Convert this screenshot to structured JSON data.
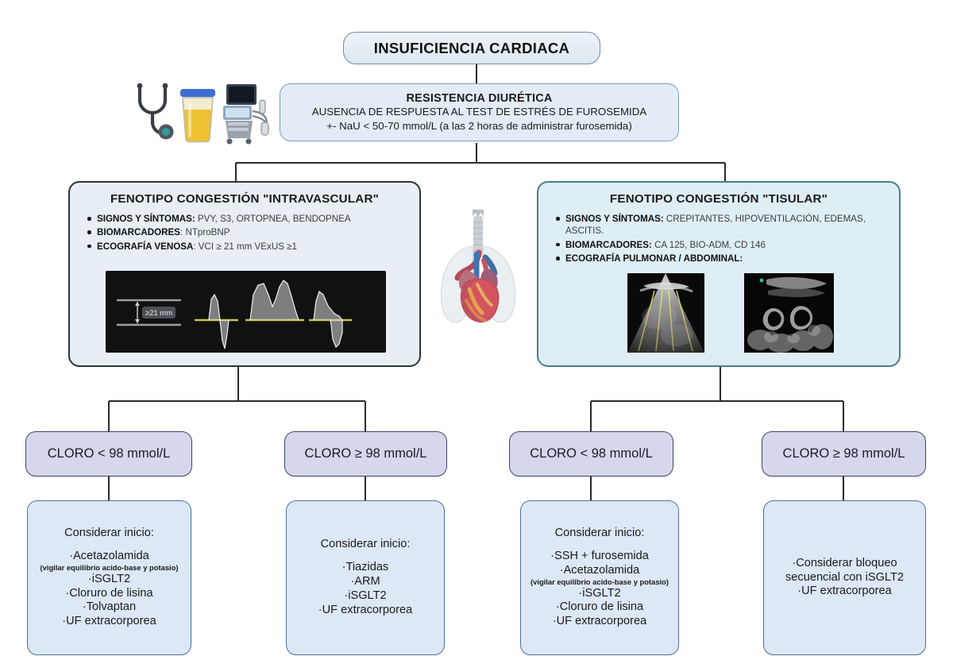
{
  "diagram": {
    "title": "INSUFICIENCIA CARDIACA",
    "language": "es"
  },
  "root": {
    "label": "INSUFICIENCIA CARDIACA"
  },
  "resistance": {
    "heading": "RESISTENCIA DIURÉTICA",
    "line1": "AUSENCIA DE RESPUESTA AL TEST DE ESTRÉS DE FUROSEMIDA",
    "line2": "+- NaU < 50-70 mmol/L (a las 2 horas de administrar furosemida)"
  },
  "icons": {
    "stethoscope": "stethoscope-icon",
    "urine_cup": "urine-sample-cup-icon",
    "ultrasound_machine": "ultrasound-machine-icon",
    "heart_lungs": "heart-lungs-anatomy-icon"
  },
  "phenotypes": [
    {
      "id": "intravascular",
      "heading": "FENOTIPO CONGESTIÓN \"INTRAVASCULAR\"",
      "bullets": [
        {
          "label": "SIGNOS Y SÍNTOMAS:",
          "value": " PVY, S3, ORTOPNEA, BENDOPNEA"
        },
        {
          "label": "BIOMARCADORES",
          "value": ": NTproBNP"
        },
        {
          "label": "ECOGRAFÍA VENOSA",
          "value": ": VCI ≥ 21 mm VExUS ≥1"
        }
      ],
      "image_caption": "≥21 mm",
      "image_name": "vexus-doppler-waveforms"
    },
    {
      "id": "tisular",
      "heading": "FENOTIPO CONGESTIÓN \"TISULAR\"",
      "bullets": [
        {
          "label": "SIGNOS Y SÍNTOMAS:",
          "value": " CREPITANTES, HIPOVENTILACIÓN, EDEMAS, ASCITIS."
        },
        {
          "label": "BIOMARCADORES:",
          "value": "  CA 125, BIO-ADM, CD 146"
        },
        {
          "label": "ECOGRAFÍA PULMONAR / ABDOMINAL:",
          "value": ""
        }
      ],
      "image_name_1": "lung-ultrasound-b-lines",
      "image_name_2": "abdominal-ultrasound"
    }
  ],
  "chloride_nodes": [
    {
      "id": "cl-low-intravascular",
      "label": "CLORO < 98 mmol/L"
    },
    {
      "id": "cl-high-intravascular",
      "label": "CLORO ≥ 98 mmol/L"
    },
    {
      "id": "cl-low-tisular",
      "label": "CLORO < 98 mmol/L"
    },
    {
      "id": "cl-high-tisular",
      "label": "CLORO ≥ 98 mmol/L"
    }
  ],
  "treatments": [
    {
      "id": "tx-1",
      "heading": "Considerar inicio:",
      "items": [
        {
          "text": "·Acetazolamida",
          "note": "(vigilar equilibrio acido-base y potasio)"
        },
        {
          "text": "·iSGLT2"
        },
        {
          "text": "·Cloruro de lisina"
        },
        {
          "text": "·Tolvaptan"
        },
        {
          "text": "·UF extracorporea"
        }
      ]
    },
    {
      "id": "tx-2",
      "heading": "Considerar inicio:",
      "items": [
        {
          "text": "·Tiazidas"
        },
        {
          "text": "·ARM"
        },
        {
          "text": "·iSGLT2"
        },
        {
          "text": "·UF extracorporea"
        }
      ]
    },
    {
      "id": "tx-3",
      "heading": "Considerar inicio:",
      "items": [
        {
          "text": "·SSH + furosemida"
        },
        {
          "text": "·Acetazolamida",
          "note": "(vigilar equilibrio acido-base y potasio)"
        },
        {
          "text": "·iSGLT2"
        },
        {
          "text": "·Cloruro de lisina"
        },
        {
          "text": "·UF extracorporea"
        }
      ]
    },
    {
      "id": "tx-4",
      "heading": "",
      "items": [
        {
          "text": "·Considerar bloqueo"
        },
        {
          "text": "secuencial con iSGLT2"
        },
        {
          "text": "·UF extracorporea"
        }
      ]
    }
  ],
  "colors": {
    "page_bg": "#ffffff",
    "title_fill": "#e4ecf4",
    "title_border": "#6e8ca3",
    "resist_fill": "#e3ecf6",
    "resist_border": "#7e9bb4",
    "pheno_left_fill": "#e7eef4",
    "pheno_left_border": "#2d3436",
    "pheno_right_fill": "#dfeef5",
    "pheno_right_border": "#4c7e8b",
    "chloride_fill": "#d5d8ec",
    "chloride_border": "#3f4466",
    "treatment_fill": "#dde8f6",
    "treatment_border": "#4f6f9a",
    "connector": "#2b2b2b",
    "doppler_baseline": "#c9c44a"
  }
}
